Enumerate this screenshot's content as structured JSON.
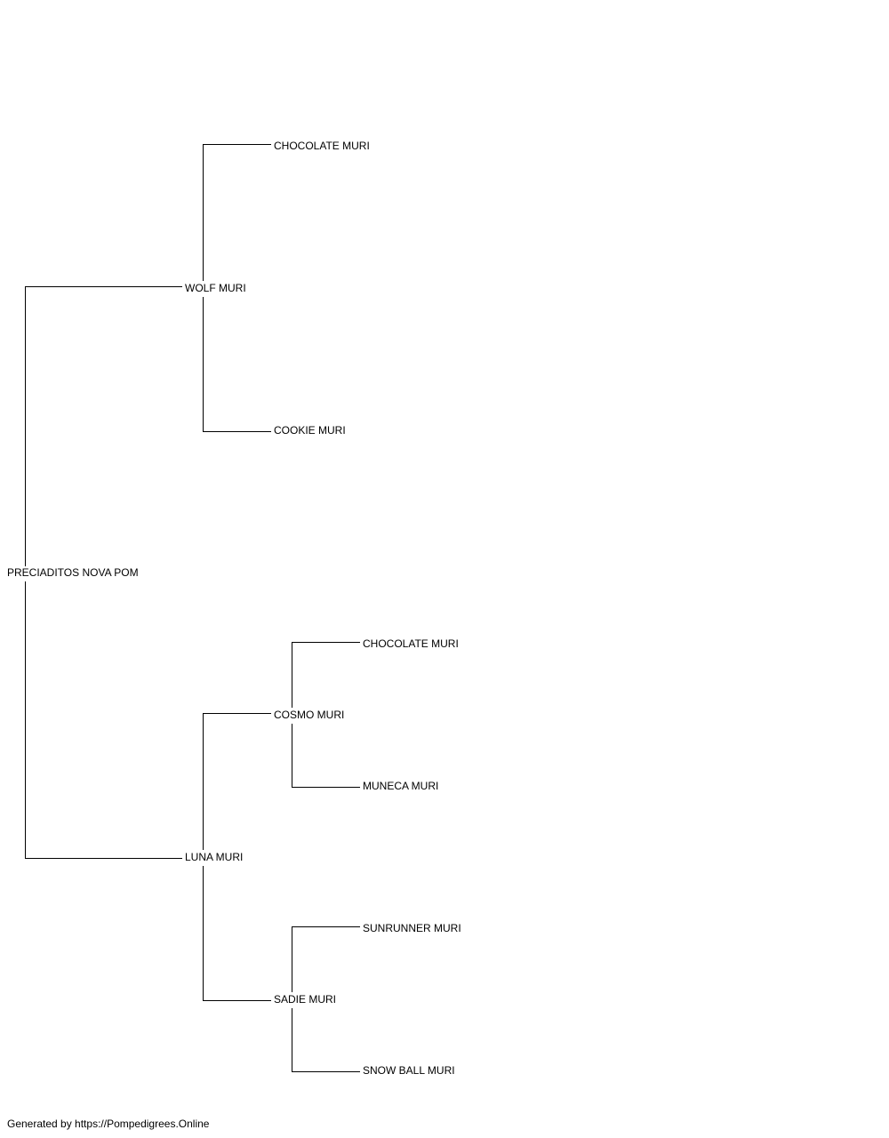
{
  "pedigree": {
    "subject": "PRECIADITOS NOVA POM",
    "sire": {
      "name": "WOLF MURI",
      "sire": {
        "name": "CHOCOLATE MURI"
      },
      "dam": {
        "name": "COOKIE MURI"
      }
    },
    "dam": {
      "name": "LUNA MURI",
      "sire": {
        "name": "COSMO MURI",
        "sire": {
          "name": "CHOCOLATE MURI"
        },
        "dam": {
          "name": "MUNECA MURI"
        }
      },
      "dam": {
        "name": "SADIE MURI",
        "sire": {
          "name": "SUNRUNNER MURI"
        },
        "dam": {
          "name": "SNOW BALL MURI"
        }
      }
    }
  },
  "colors": {
    "line": "#000000",
    "text": "#000000",
    "background": "#ffffff"
  },
  "footer": {
    "text": "Generated by https://Pompedigrees.Online"
  }
}
